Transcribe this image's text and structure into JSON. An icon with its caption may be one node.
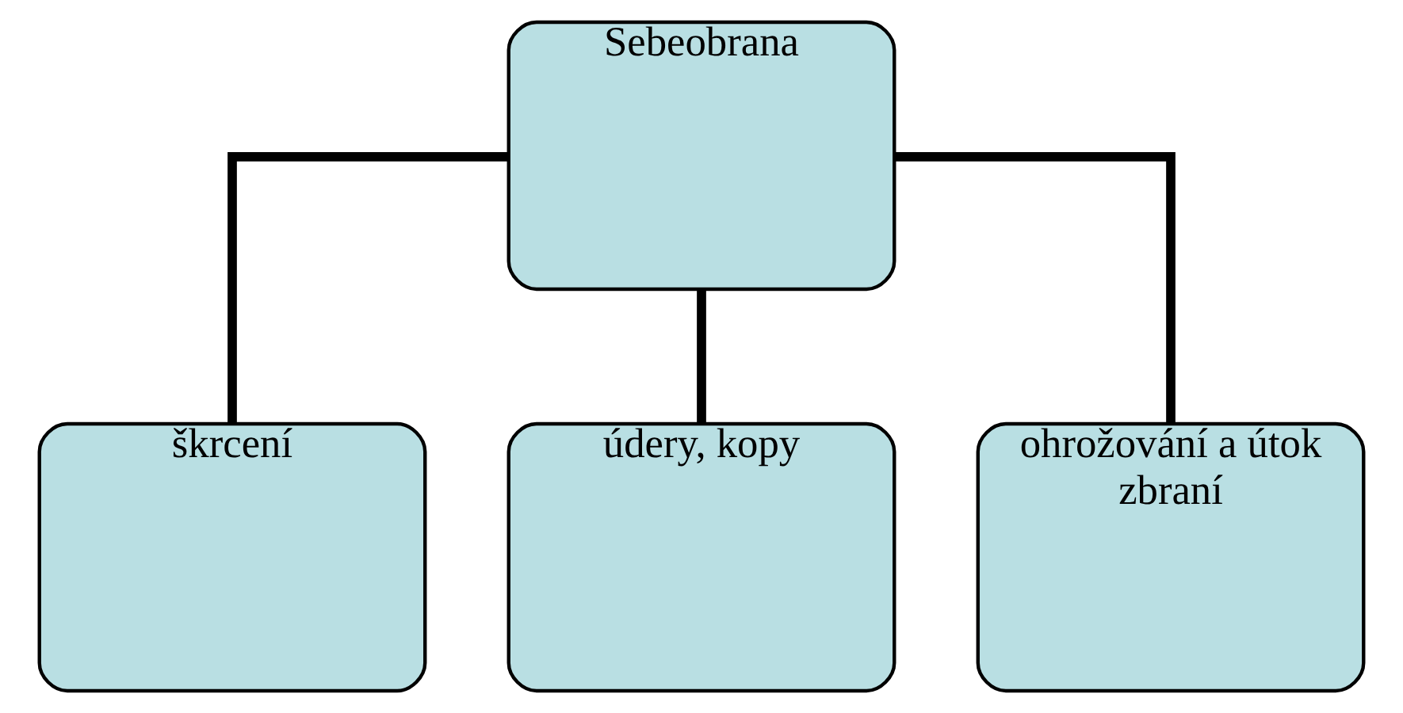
{
  "diagram": {
    "nodes": [
      {
        "text": [
          "Sebeobrana"
        ]
      },
      {
        "text": [
          "škrcení"
        ]
      },
      {
        "text": [
          "údery, kopy"
        ]
      },
      {
        "text": [
          "ohrožování a útok zbraní"
        ]
      }
    ],
    "edges": [
      {
        "from": 0,
        "to": 1,
        "arrow": "none"
      },
      {
        "from": 0,
        "to": 2,
        "arrow": "none"
      },
      {
        "from": 0,
        "to": 3,
        "arrow": "none"
      }
    ]
  }
}
